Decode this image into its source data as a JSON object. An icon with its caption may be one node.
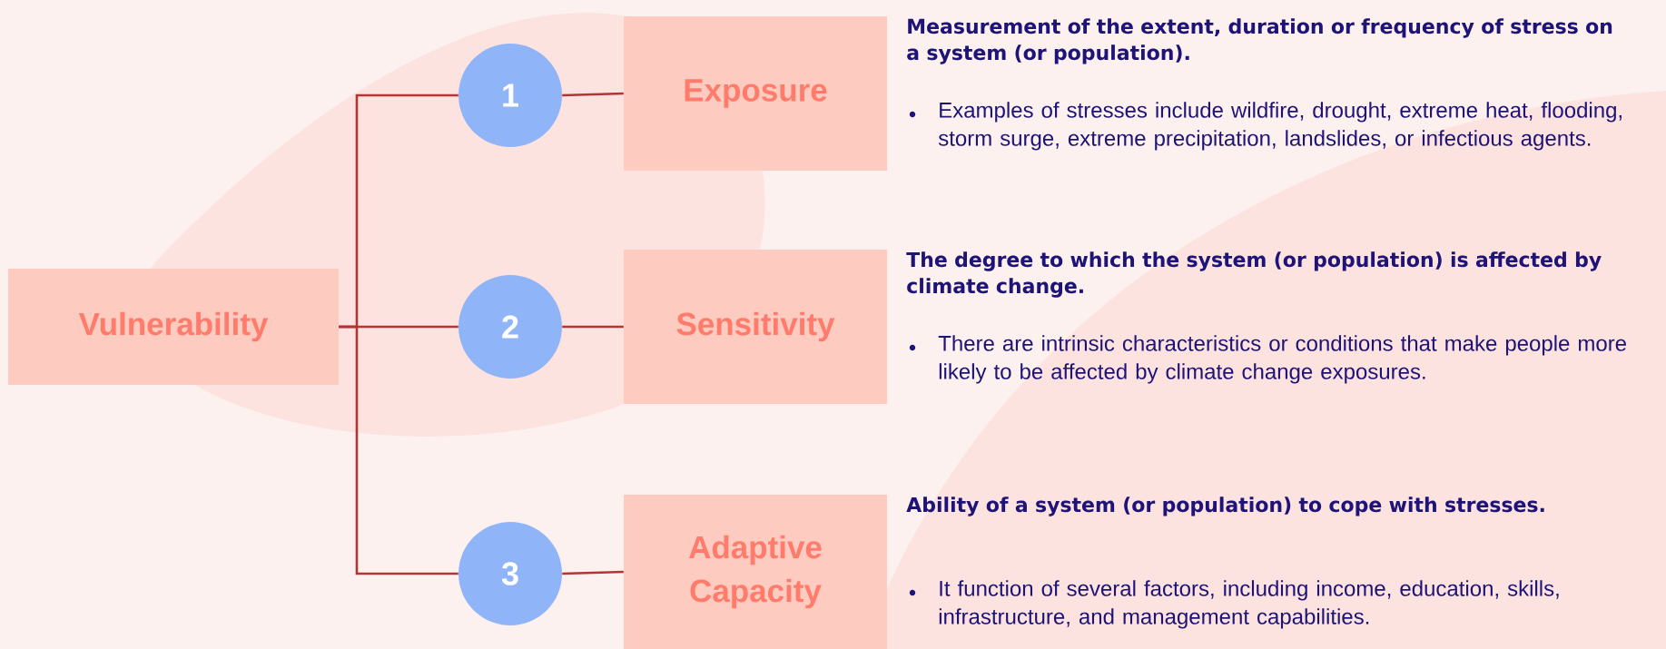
{
  "diagram": {
    "nodes": [
      {
        "text": [
          "Vulnerability"
        ]
      },
      {
        "text": [
          "1"
        ]
      },
      {
        "text": [
          "Exposure"
        ],
        "beside": [
          "Measurement of the extent, duration or frequency of stress on a system (or population).",
          "Examples of stresses include wildfire, drought, extreme heat, flooding, storm surge, extreme precipitation, landslides, or infectious agents."
        ]
      },
      {
        "text": [
          "2"
        ]
      },
      {
        "text": [
          "Sensitivity"
        ],
        "beside": [
          "The degree to which the system (or population) is affected by climate change.",
          "There are intrinsic characteristics or conditions that make people more likely to be affected by climate change exposures."
        ]
      },
      {
        "text": [
          "3"
        ]
      },
      {
        "text": [
          "Adaptive Capacity"
        ],
        "beside": [
          "Ability of a system (or population) to cope with stresses.",
          "It function of several factors, including income, education, skills, infrastructure, and management capabilities."
        ]
      }
    ],
    "edges": [
      {
        "from": 0,
        "to": 1,
        "arrow": "none"
      },
      {
        "from": 0,
        "to": 3,
        "arrow": "none"
      },
      {
        "from": 0,
        "to": 5,
        "arrow": "none"
      },
      {
        "from": 1,
        "to": 2,
        "arrow": "none"
      },
      {
        "from": 3,
        "to": 4,
        "arrow": "none"
      },
      {
        "from": 5,
        "to": 6,
        "arrow": "none"
      }
    ]
  }
}
